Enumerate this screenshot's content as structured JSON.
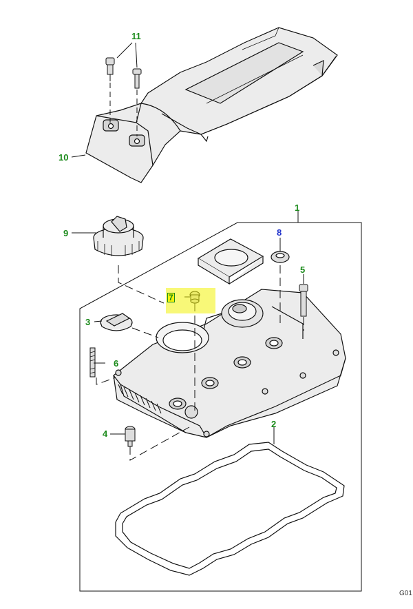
{
  "diagram": {
    "colors": {
      "callout_green": "#1a8a1a",
      "callout_blue": "#2233cc",
      "highlight": "#f2f20a",
      "part_fill": "#ececec",
      "outline": "#111111"
    },
    "callouts": [
      {
        "id": "1",
        "text": "1",
        "part": "camshaft-cover-assembly"
      },
      {
        "id": "2",
        "text": "2",
        "part": "cover-gasket"
      },
      {
        "id": "3",
        "text": "3",
        "part": "oil-filler-cap"
      },
      {
        "id": "4",
        "text": "4",
        "part": "stud-bolt"
      },
      {
        "id": "5",
        "text": "5",
        "part": "cover-bolt"
      },
      {
        "id": "6",
        "text": "6",
        "part": "double-ended-stud"
      },
      {
        "id": "7",
        "text": "7",
        "part": "plug-seal",
        "highlighted": true
      },
      {
        "id": "8",
        "text": "8",
        "part": "seal-washer"
      },
      {
        "id": "9",
        "text": "9",
        "part": "oil-filter-cap"
      },
      {
        "id": "10",
        "text": "10",
        "part": "engine-acoustic-cover"
      },
      {
        "id": "11",
        "text": "11",
        "part": "cover-screw"
      }
    ],
    "reference": "G01"
  }
}
